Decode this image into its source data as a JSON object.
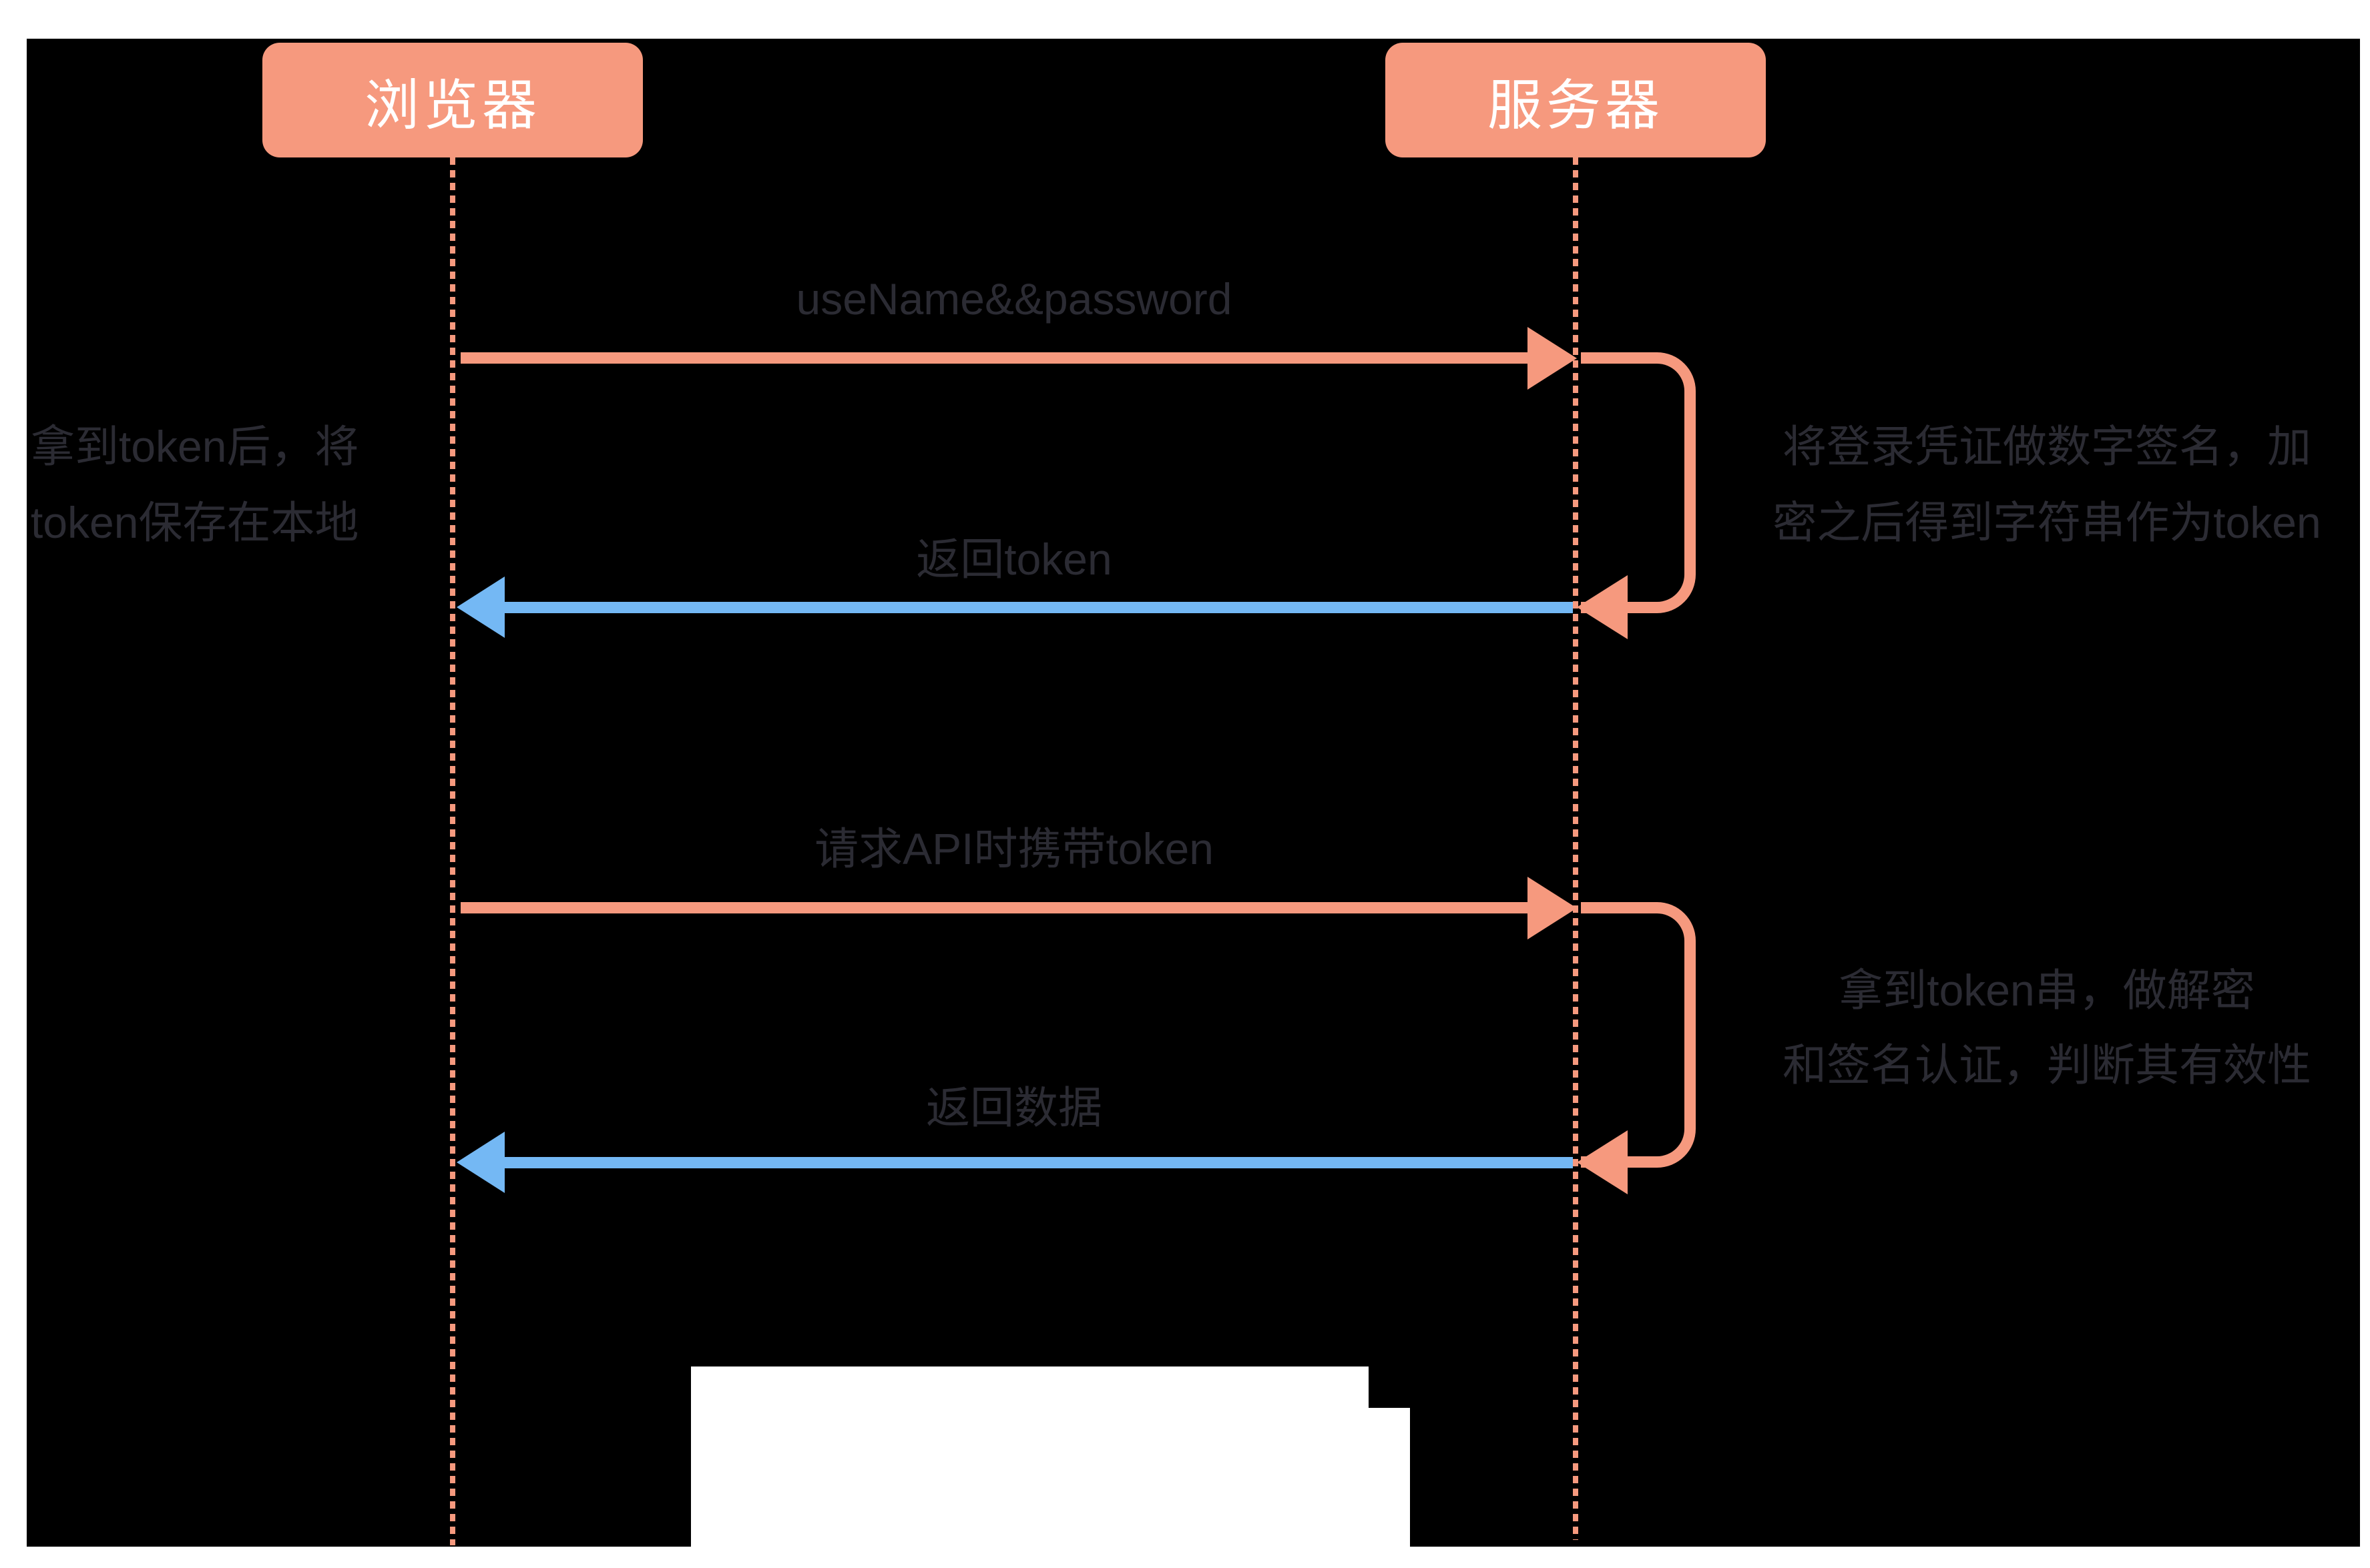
{
  "diagram": {
    "title": "token-based authentication sequence",
    "actors": [
      {
        "id": "browser",
        "label": "浏览器"
      },
      {
        "id": "server",
        "label": "服务器"
      }
    ],
    "messages": [
      {
        "label": "useName&&password",
        "from": "browser",
        "to": "server",
        "color": "#F6997E"
      },
      {
        "label": "返回token",
        "from": "server",
        "to": "browser",
        "color": "#74B8F4"
      },
      {
        "label": "请求API时携带token",
        "from": "browser",
        "to": "server",
        "color": "#F6997E"
      },
      {
        "label": "返回数据",
        "from": "server",
        "to": "browser",
        "color": "#74B8F4"
      }
    ],
    "self_calls": [
      {
        "actor": "server",
        "note_lines": [
          "将登录凭证做数字签名，加",
          "密之后得到字符串作为token"
        ]
      },
      {
        "actor": "server",
        "note_lines": [
          "拿到token串，做解密",
          "和签名认证，判断其有效性"
        ]
      }
    ],
    "notes": [
      {
        "side": "left",
        "lines": [
          "拿到token后，将",
          "token保存在本地"
        ]
      },
      {
        "side": "right",
        "lines": [
          "将登录凭证做数字签名，加",
          "密之后得到字符串作为token"
        ]
      },
      {
        "side": "right",
        "lines": [
          "拿到token串，做解密",
          "和签名认证，判断其有效性"
        ]
      }
    ],
    "colors": {
      "background": "#000000",
      "artifact_white": "#ffffff",
      "actor_fill": "#F6997E",
      "arrow_salmon": "#F6997E",
      "arrow_blue": "#74B8F4",
      "text_dark": "#2B2B33",
      "text_light": "#ffffff"
    }
  }
}
